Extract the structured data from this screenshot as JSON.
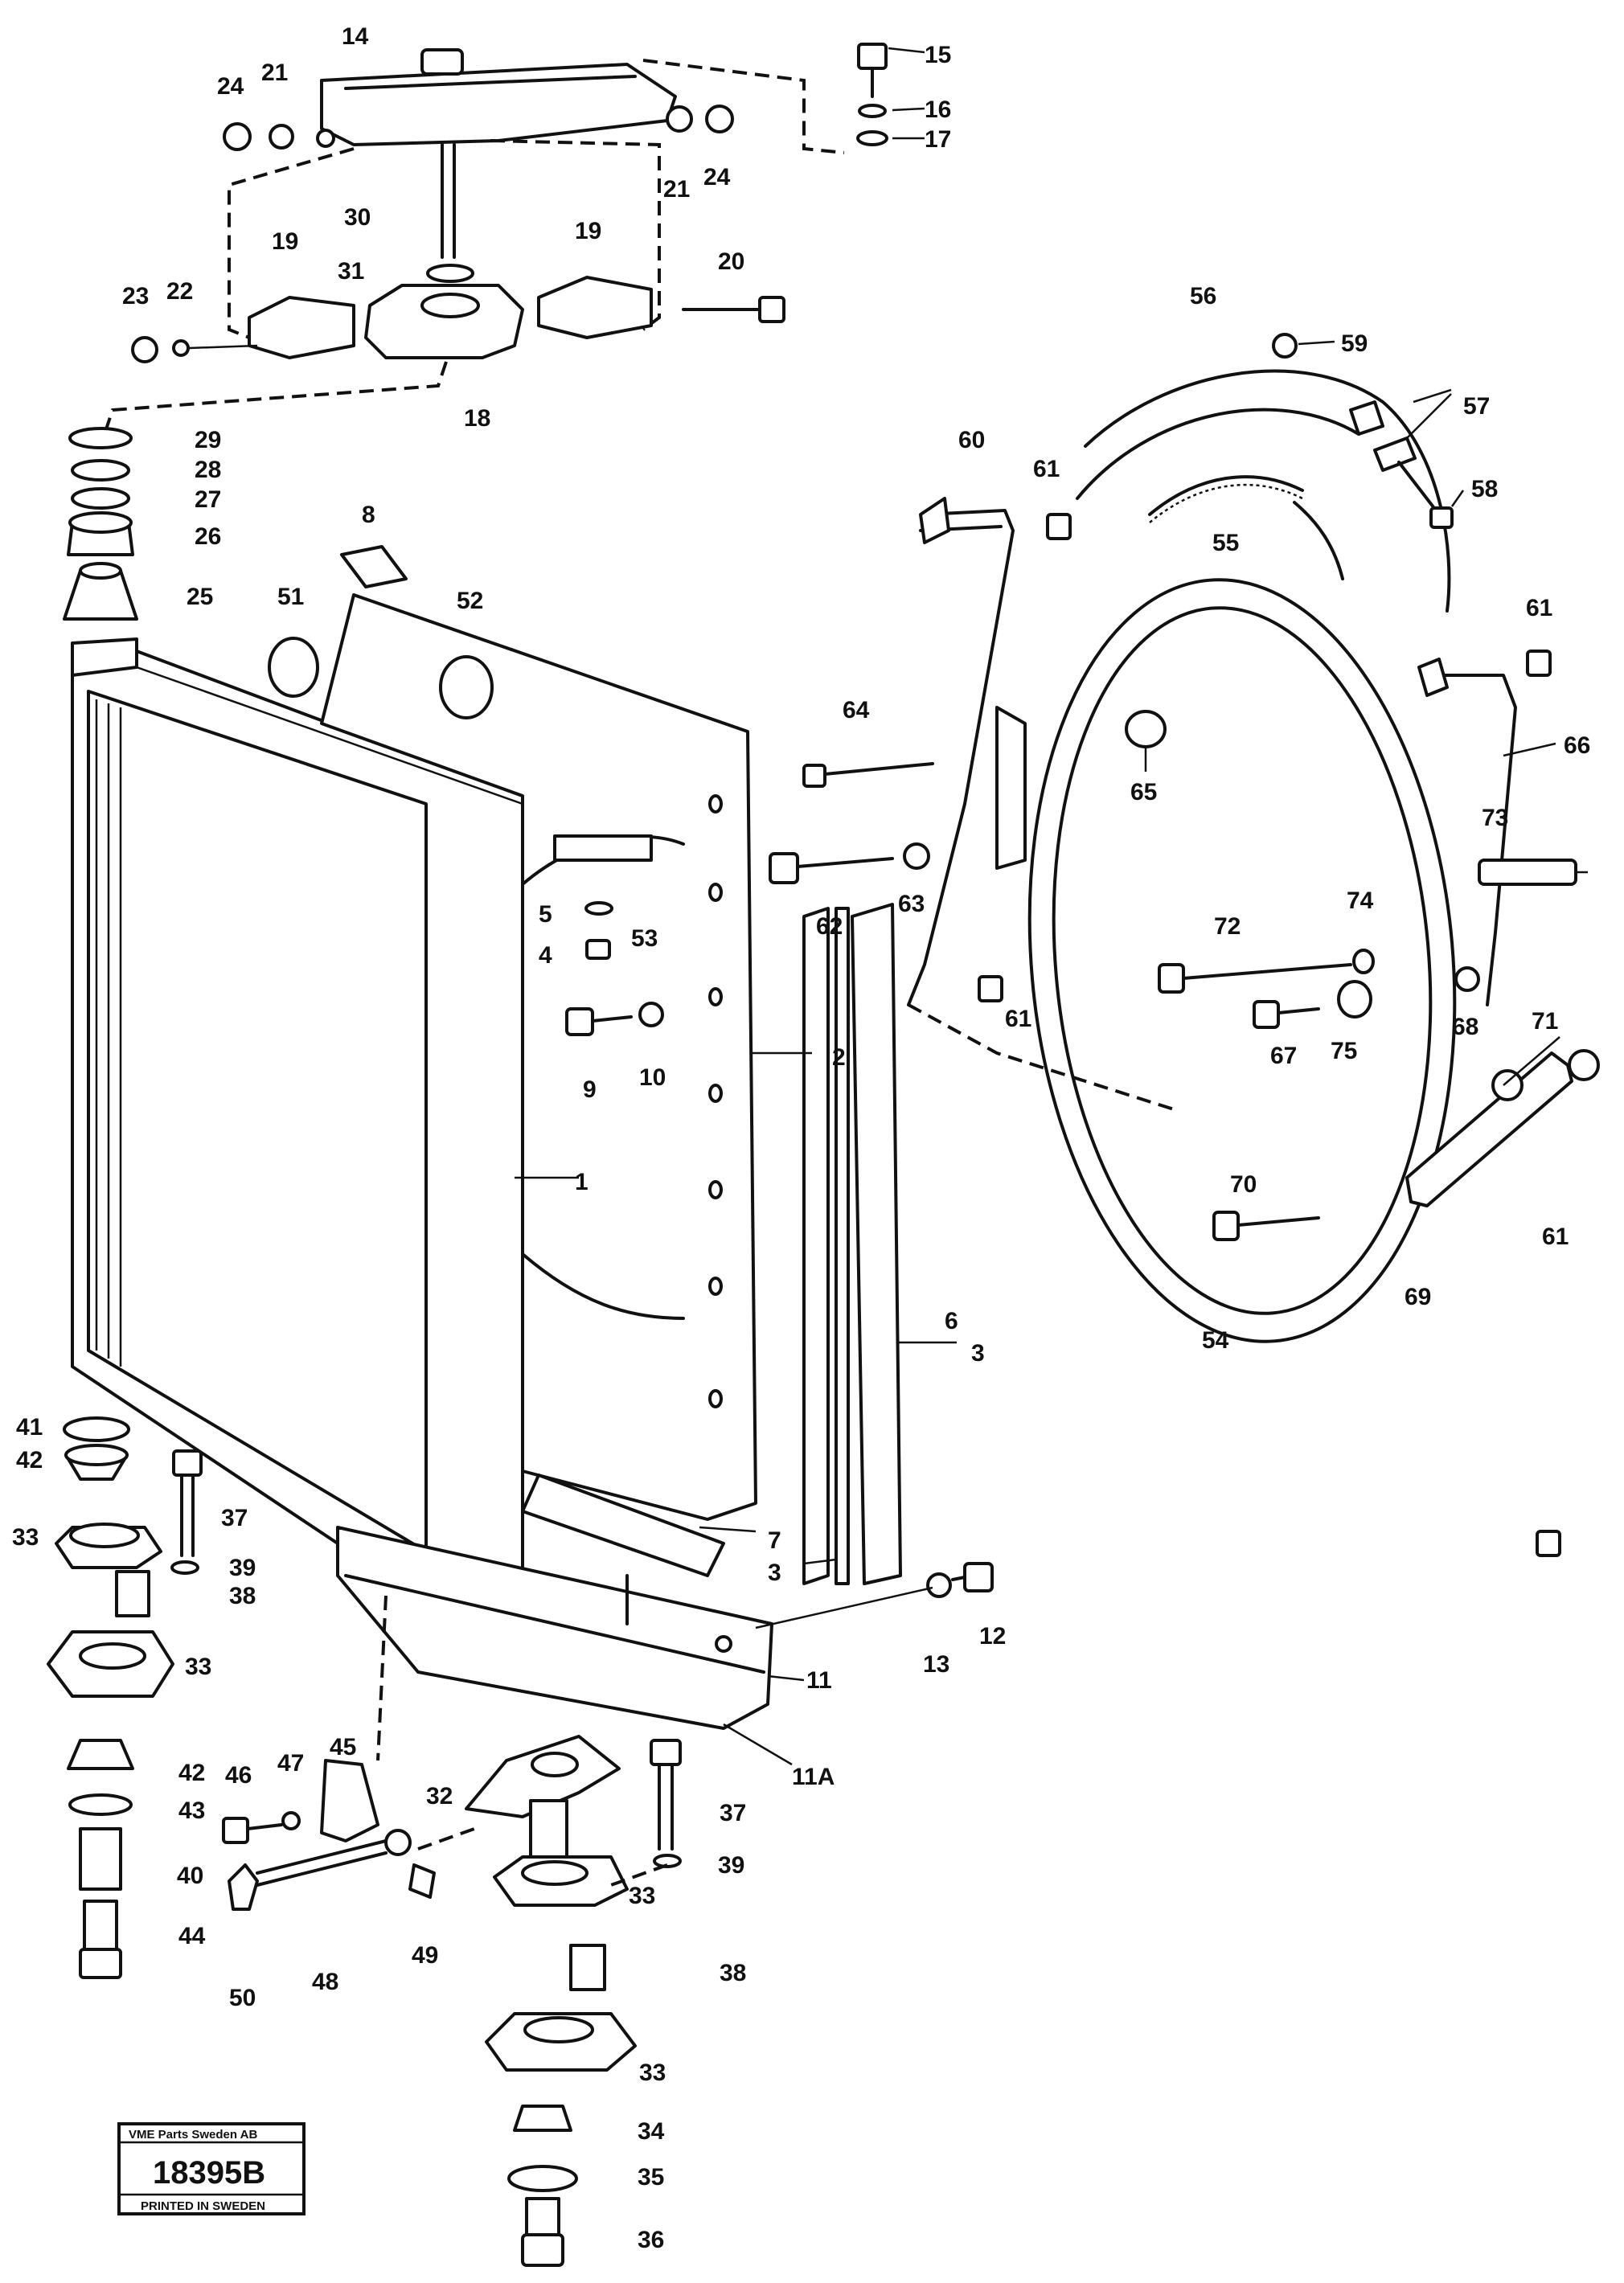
{
  "callouts": [
    {
      "id": "1",
      "text": "1"
    },
    {
      "id": "2",
      "text": "2"
    },
    {
      "id": "3a",
      "text": "3"
    },
    {
      "id": "3b",
      "text": "3"
    },
    {
      "id": "4",
      "text": "4"
    },
    {
      "id": "5",
      "text": "5"
    },
    {
      "id": "6",
      "text": "6"
    },
    {
      "id": "7",
      "text": "7"
    },
    {
      "id": "8",
      "text": "8"
    },
    {
      "id": "9",
      "text": "9"
    },
    {
      "id": "10",
      "text": "10"
    },
    {
      "id": "11",
      "text": "11"
    },
    {
      "id": "11A",
      "text": "11A"
    },
    {
      "id": "12",
      "text": "12"
    },
    {
      "id": "13",
      "text": "13"
    },
    {
      "id": "14",
      "text": "14"
    },
    {
      "id": "15",
      "text": "15"
    },
    {
      "id": "16",
      "text": "16"
    },
    {
      "id": "17",
      "text": "17"
    },
    {
      "id": "18",
      "text": "18"
    },
    {
      "id": "19a",
      "text": "19"
    },
    {
      "id": "19b",
      "text": "19"
    },
    {
      "id": "20",
      "text": "20"
    },
    {
      "id": "21a",
      "text": "21"
    },
    {
      "id": "21b",
      "text": "21"
    },
    {
      "id": "22",
      "text": "22"
    },
    {
      "id": "23",
      "text": "23"
    },
    {
      "id": "24a",
      "text": "24"
    },
    {
      "id": "24b",
      "text": "24"
    },
    {
      "id": "25",
      "text": "25"
    },
    {
      "id": "26",
      "text": "26"
    },
    {
      "id": "27",
      "text": "27"
    },
    {
      "id": "28",
      "text": "28"
    },
    {
      "id": "29",
      "text": "29"
    },
    {
      "id": "30",
      "text": "30"
    },
    {
      "id": "31",
      "text": "31"
    },
    {
      "id": "32",
      "text": "32"
    },
    {
      "id": "33a",
      "text": "33"
    },
    {
      "id": "33b",
      "text": "33"
    },
    {
      "id": "33c",
      "text": "33"
    },
    {
      "id": "33d",
      "text": "33"
    },
    {
      "id": "34",
      "text": "34"
    },
    {
      "id": "35",
      "text": "35"
    },
    {
      "id": "36",
      "text": "36"
    },
    {
      "id": "37a",
      "text": "37"
    },
    {
      "id": "37b",
      "text": "37"
    },
    {
      "id": "38a",
      "text": "38"
    },
    {
      "id": "38b",
      "text": "38"
    },
    {
      "id": "39a",
      "text": "39"
    },
    {
      "id": "39b",
      "text": "39"
    },
    {
      "id": "40",
      "text": "40"
    },
    {
      "id": "41",
      "text": "41"
    },
    {
      "id": "42a",
      "text": "42"
    },
    {
      "id": "42b",
      "text": "42"
    },
    {
      "id": "43",
      "text": "43"
    },
    {
      "id": "44",
      "text": "44"
    },
    {
      "id": "45",
      "text": "45"
    },
    {
      "id": "46",
      "text": "46"
    },
    {
      "id": "47",
      "text": "47"
    },
    {
      "id": "48",
      "text": "48"
    },
    {
      "id": "49",
      "text": "49"
    },
    {
      "id": "50",
      "text": "50"
    },
    {
      "id": "51",
      "text": "51"
    },
    {
      "id": "52",
      "text": "52"
    },
    {
      "id": "53",
      "text": "53"
    },
    {
      "id": "54",
      "text": "54"
    },
    {
      "id": "55",
      "text": "55"
    },
    {
      "id": "56",
      "text": "56"
    },
    {
      "id": "57",
      "text": "57"
    },
    {
      "id": "58",
      "text": "58"
    },
    {
      "id": "59",
      "text": "59"
    },
    {
      "id": "60",
      "text": "60"
    },
    {
      "id": "61a",
      "text": "61"
    },
    {
      "id": "61b",
      "text": "61"
    },
    {
      "id": "61c",
      "text": "61"
    },
    {
      "id": "61d",
      "text": "61"
    },
    {
      "id": "62",
      "text": "62"
    },
    {
      "id": "63",
      "text": "63"
    },
    {
      "id": "64",
      "text": "64"
    },
    {
      "id": "65",
      "text": "65"
    },
    {
      "id": "66",
      "text": "66"
    },
    {
      "id": "67",
      "text": "67"
    },
    {
      "id": "68",
      "text": "68"
    },
    {
      "id": "69",
      "text": "69"
    },
    {
      "id": "70",
      "text": "70"
    },
    {
      "id": "71",
      "text": "71"
    },
    {
      "id": "72",
      "text": "72"
    },
    {
      "id": "73",
      "text": "73"
    },
    {
      "id": "74",
      "text": "74"
    },
    {
      "id": "75",
      "text": "75"
    }
  ],
  "stamp": {
    "company": "VME Parts Sweden AB",
    "number": "18395B",
    "printed": "PRINTED IN SWEDEN"
  }
}
